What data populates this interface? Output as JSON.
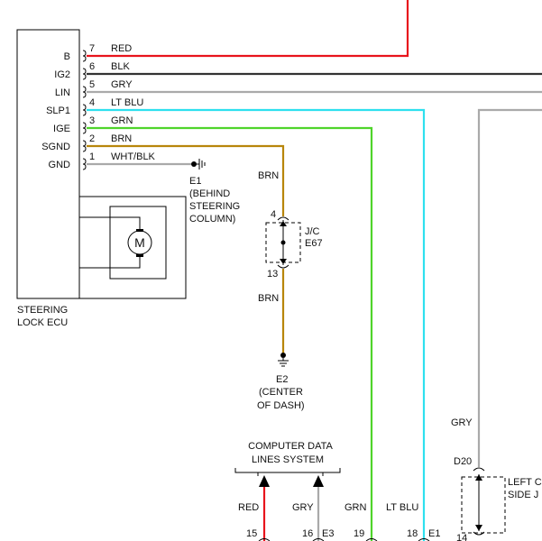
{
  "colors": {
    "red": "#e8141c",
    "blk": "#333333",
    "gry": "#aaaaaa",
    "lt_blu": "#2ee0ee",
    "grn": "#4fd42b",
    "brn": "#b8860b"
  },
  "ecu": {
    "title_line1": "STEERING",
    "title_line2": "LOCK ECU",
    "motor_label": "M",
    "pins": [
      {
        "name": "B",
        "num": "7",
        "wire": "RED",
        "color": "red"
      },
      {
        "name": "IG2",
        "num": "6",
        "wire": "BLK",
        "color": "blk"
      },
      {
        "name": "LIN",
        "num": "5",
        "wire": "GRY",
        "color": "gry"
      },
      {
        "name": "SLP1",
        "num": "4",
        "wire": "LT BLU",
        "color": "lt_blu"
      },
      {
        "name": "IGE",
        "num": "3",
        "wire": "GRN",
        "color": "grn"
      },
      {
        "name": "SGND",
        "num": "2",
        "wire": "BRN",
        "color": "brn"
      },
      {
        "name": "GND",
        "num": "1",
        "wire": "WHT/BLK",
        "color": "gry"
      }
    ]
  },
  "ground_e1": {
    "id": "E1",
    "line1": "(BEHIND",
    "line2": "STEERING",
    "line3": "COLUMN)"
  },
  "jc": {
    "label_line1": "J/C",
    "label_line2": "E67",
    "pin_top": "4",
    "pin_bottom": "13",
    "wire_top": "BRN",
    "wire_bottom": "BRN"
  },
  "ground_e2": {
    "id": "E2",
    "line1": "(CENTER",
    "line2": "OF DASH)"
  },
  "cdls": {
    "line1": "COMPUTER DATA",
    "line2": "LINES SYSTEM",
    "wire_left": "RED",
    "wire_right": "GRY",
    "pin_left": "15",
    "pin_right": "16",
    "conn": "E3"
  },
  "bottom": {
    "grn_label": "GRN",
    "ltblu_label": "LT BLU",
    "pin_19": "19",
    "pin_18": "18",
    "conn": "E1"
  },
  "left_jc": {
    "gry_label": "GRY",
    "conn": "D20",
    "pin_bottom": "14",
    "label_line1": "LEFT C",
    "label_line2": "SIDE J"
  }
}
